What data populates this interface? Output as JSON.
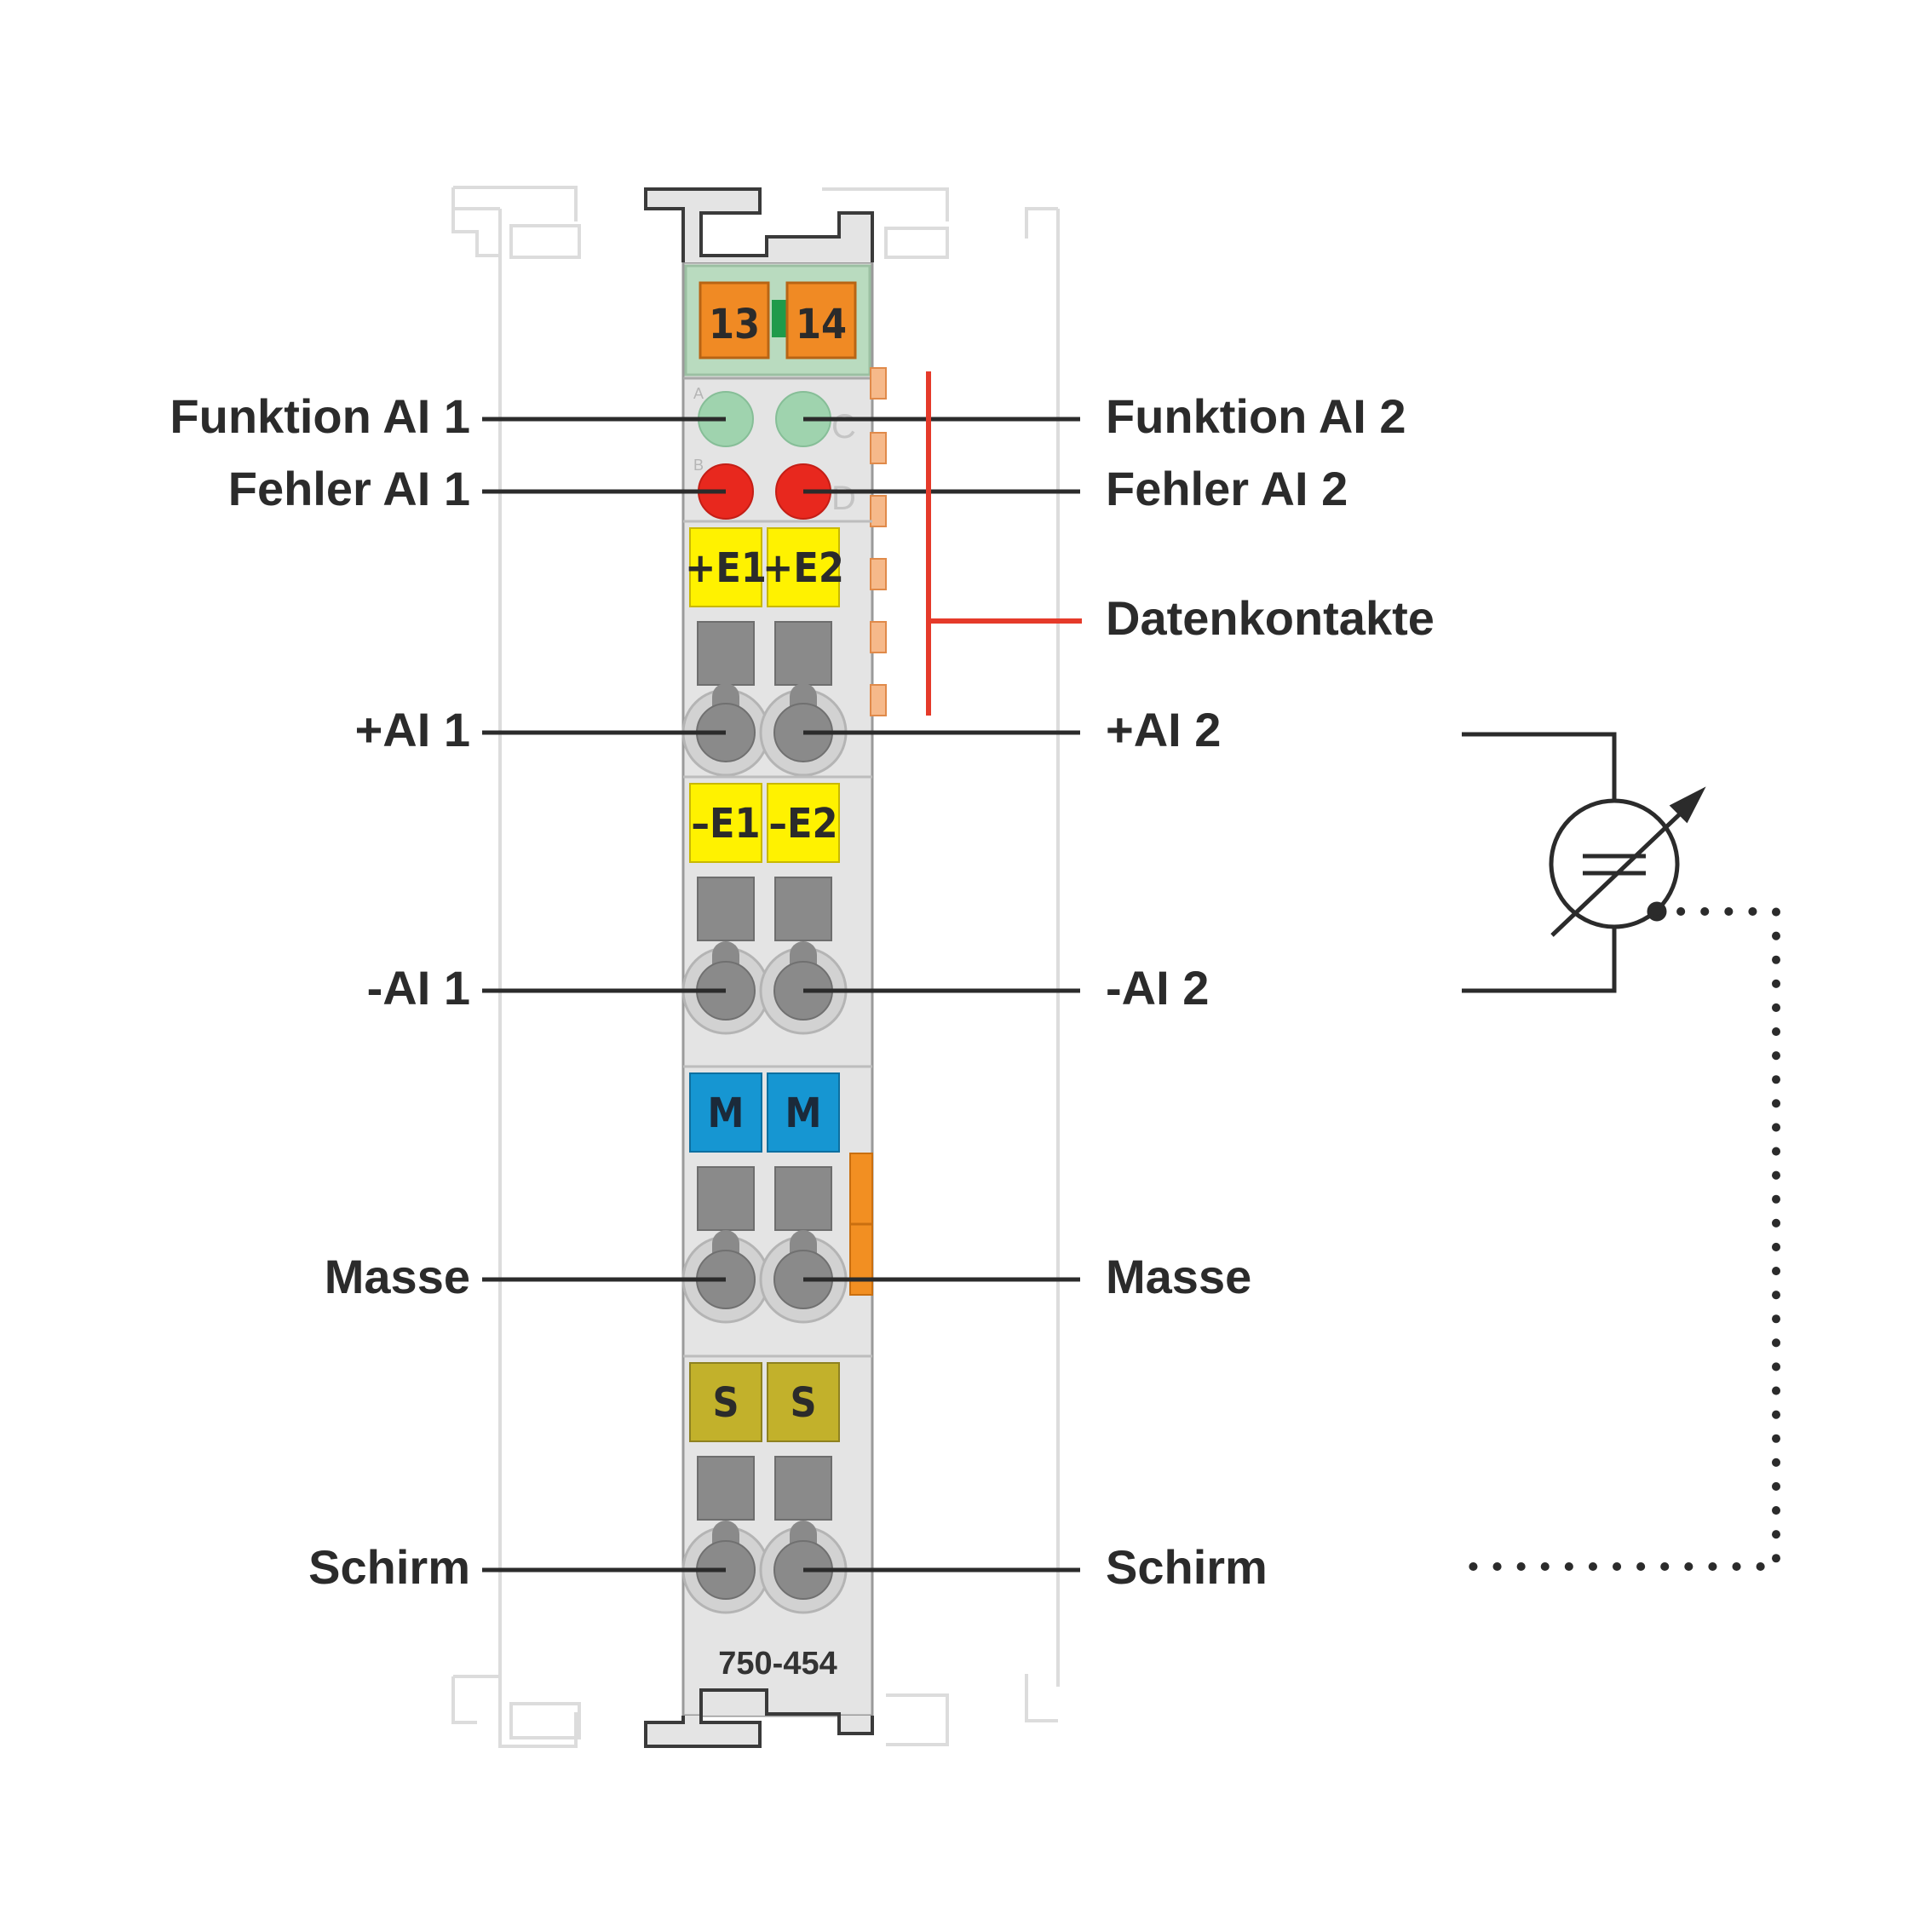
{
  "module": {
    "model_number": "750-454",
    "top_terminals": [
      "13",
      "14"
    ],
    "led_letters": [
      "A",
      "B",
      "C",
      "D"
    ],
    "plus_tags": [
      "+E1",
      "+E2"
    ],
    "minus_tags": [
      "–E1",
      "–E2"
    ],
    "mass_tags": [
      "M",
      "M"
    ],
    "shield_tags": [
      "S",
      "S"
    ]
  },
  "left_labels": {
    "funktion": "Funktion AI 1",
    "fehler": "Fehler AI 1",
    "plus": "+AI 1",
    "minus": "-AI 1",
    "masse": "Masse",
    "schirm": "Schirm"
  },
  "right_labels": {
    "funktion": "Funktion AI 2",
    "fehler": "Fehler AI 2",
    "datenkontakte": "Datenkontakte",
    "plus": "+AI 2",
    "minus": "-AI 2",
    "masse": "Masse",
    "schirm": "Schirm"
  },
  "colors": {
    "body": "#e4e4e4",
    "outline": "#9a9a9a",
    "orange": "#f08a24",
    "green_led": "#9fd3ae",
    "red_led": "#e8281e",
    "yellow": "#fff200",
    "blue": "#1696d2",
    "olive": "#c2b12b",
    "data_line": "#e53a2a",
    "leader": "#2b2b2b"
  },
  "icons": {
    "sensor": "variable-current-sensor-icon"
  }
}
